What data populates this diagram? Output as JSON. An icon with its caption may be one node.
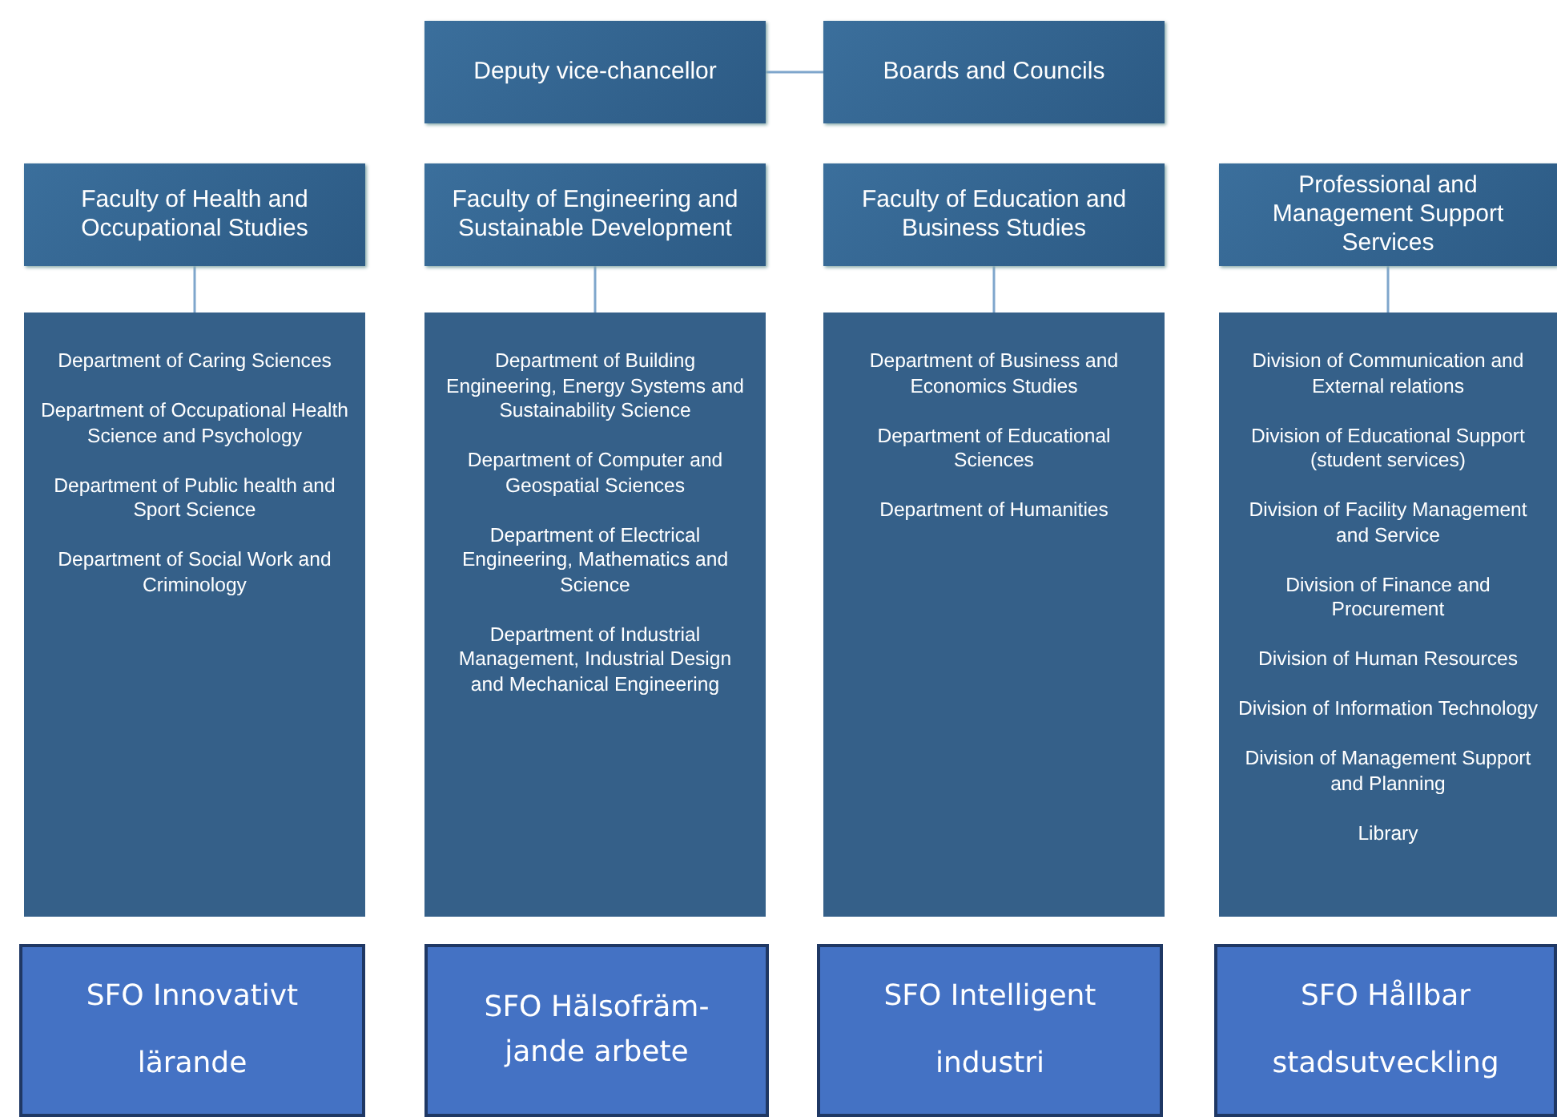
{
  "diagram": {
    "nodes": [
      {
        "text": [
          "Deputy vice-chancellor"
        ]
      },
      {
        "text": [
          "Boards and Councils"
        ]
      },
      {
        "text": [
          "Faculty of Health and Occupational Studies"
        ]
      },
      {
        "text": [
          "Faculty of Engineering and Sustainable Development"
        ]
      },
      {
        "text": [
          "Faculty of Education and Business Studies"
        ]
      },
      {
        "text": [
          "Professional and Management Support Services"
        ]
      },
      {
        "text": [
          "Department of Caring Sciences",
          "Department of Occupational Health Science and Psychology",
          "Department of Public health and Sport Science",
          "Department of Social Work and Criminology"
        ]
      },
      {
        "text": [
          "Department of Building Engineering, Energy Systems and Sustainability Science",
          "Department of Computer and Geospatial Sciences",
          "Department of Electrical Engineering, Mathematics and Science",
          "Department of Industrial Management, Industrial Design and Mechanical Engineering"
        ]
      },
      {
        "text": [
          "Department of Business and Economics Studies",
          "Department of Educational Sciences",
          "Department of Humanities"
        ]
      },
      {
        "text": [
          "Division of Communication and External relations",
          "Division of Educational Support (student services)",
          "Division of Facility Management and Service",
          "Division of Finance and Procurement",
          "Division of Human Resources",
          "Division of Information Technology",
          "Division of Management Support and Planning",
          "Library"
        ]
      },
      {
        "text": [
          "SFO Innovativt lärande"
        ]
      },
      {
        "text": [
          "SFO Hälsofräm- jande arbete"
        ]
      },
      {
        "text": [
          "SFO Intelligent industri"
        ]
      },
      {
        "text": [
          "SFO Hållbar stadsutveckling"
        ]
      }
    ],
    "edges": [
      {
        "from": 0,
        "to": 1,
        "arrow": "none"
      },
      {
        "from": 2,
        "to": 6,
        "arrow": "none"
      },
      {
        "from": 3,
        "to": 7,
        "arrow": "none"
      },
      {
        "from": 4,
        "to": 8,
        "arrow": "none"
      },
      {
        "from": 5,
        "to": 9,
        "arrow": "none"
      }
    ]
  }
}
